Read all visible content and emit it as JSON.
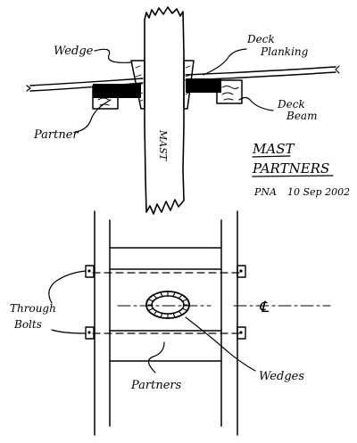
{
  "labels": {
    "wedge": "Wedge",
    "deck_planking_1": "Deck",
    "deck_planking_2": "Planking",
    "deck_beam_1": "Deck",
    "deck_beam_2": "Beam",
    "partner": "Partner",
    "mast": "MAST",
    "through_bolts_1": "Through",
    "through_bolts_2": "Bolts",
    "partners": "Partners",
    "wedges": "Wedges",
    "centerline": "℄"
  },
  "title": {
    "line1": "MAST",
    "line2": "PARTNERS"
  },
  "signature": {
    "initials": "PNA",
    "date": "10 Sep 2002"
  },
  "colors": {
    "ink": "#000000",
    "paper": "#ffffff"
  }
}
